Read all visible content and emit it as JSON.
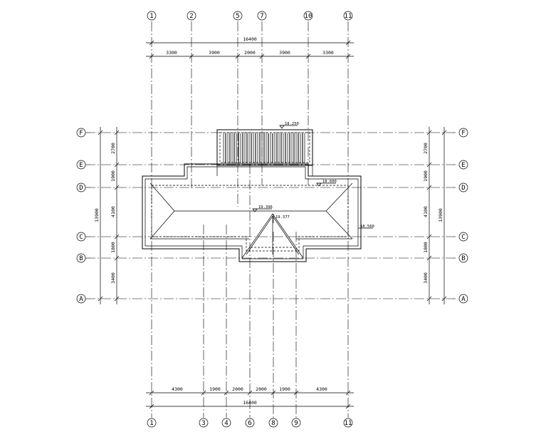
{
  "plan": {
    "axes_top": [
      "1",
      "2",
      "5",
      "7",
      "10",
      "11"
    ],
    "axes_bottom": [
      "1",
      "3",
      "4",
      "6",
      "8",
      "9",
      "11"
    ],
    "axes_left": [
      "F",
      "E",
      "D",
      "C",
      "B",
      "A"
    ],
    "axes_right": [
      "F",
      "E",
      "D",
      "C",
      "B",
      "A"
    ],
    "top_total": "16400",
    "top_spans": [
      "3300",
      "3900",
      "2000",
      "3900",
      "3300"
    ],
    "bottom_total": "16400",
    "bottom_spans": [
      "4300",
      "1900",
      "2000",
      "2000",
      "1900",
      "4300"
    ],
    "left_total": "13900",
    "left_spans": [
      "2700",
      "1900",
      "4100",
      "1800",
      "3400"
    ],
    "right_total": "13900",
    "right_spans": [
      "2700",
      "1900",
      "4100",
      "1800",
      "3400"
    ],
    "elevations": {
      "top_box": "18.250",
      "eave_right": "18.600",
      "ridge": "19.396",
      "gable_peak": "19.377",
      "right_edge": "18.560"
    }
  }
}
